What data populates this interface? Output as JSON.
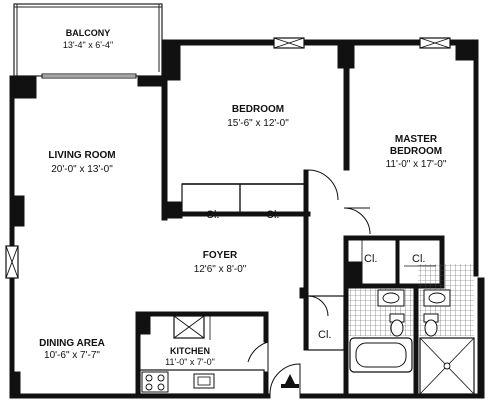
{
  "rooms": {
    "balcony": {
      "name": "BALCONY",
      "dims": "13'-4\" x 6'-4\""
    },
    "living_room": {
      "name": "LIVING ROOM",
      "dims": "20'-0\" x 13'-0\""
    },
    "bedroom": {
      "name": "BEDROOM",
      "dims": "15'-6\" x 12'-0\""
    },
    "master_bedroom": {
      "name": "MASTER",
      "name2": "BEDROOM",
      "dims": "11'-0\" x 17'-0\""
    },
    "foyer": {
      "name": "FOYER",
      "dims": "12'6\" x 8'-0\""
    },
    "dining_area": {
      "name": "DINING AREA",
      "dims": "10'-6\" x 7'-7\""
    },
    "kitchen": {
      "name": "KITCHEN",
      "dims": "11'-0\" x 7'-0\""
    }
  },
  "closets": {
    "bedroom_1": "Cl.",
    "bedroom_2": "Cl.",
    "master_1": "Cl.",
    "master_2": "Cl.",
    "foyer": "Cl."
  },
  "colors": {
    "wall": "#111111",
    "ink": "#222222"
  }
}
